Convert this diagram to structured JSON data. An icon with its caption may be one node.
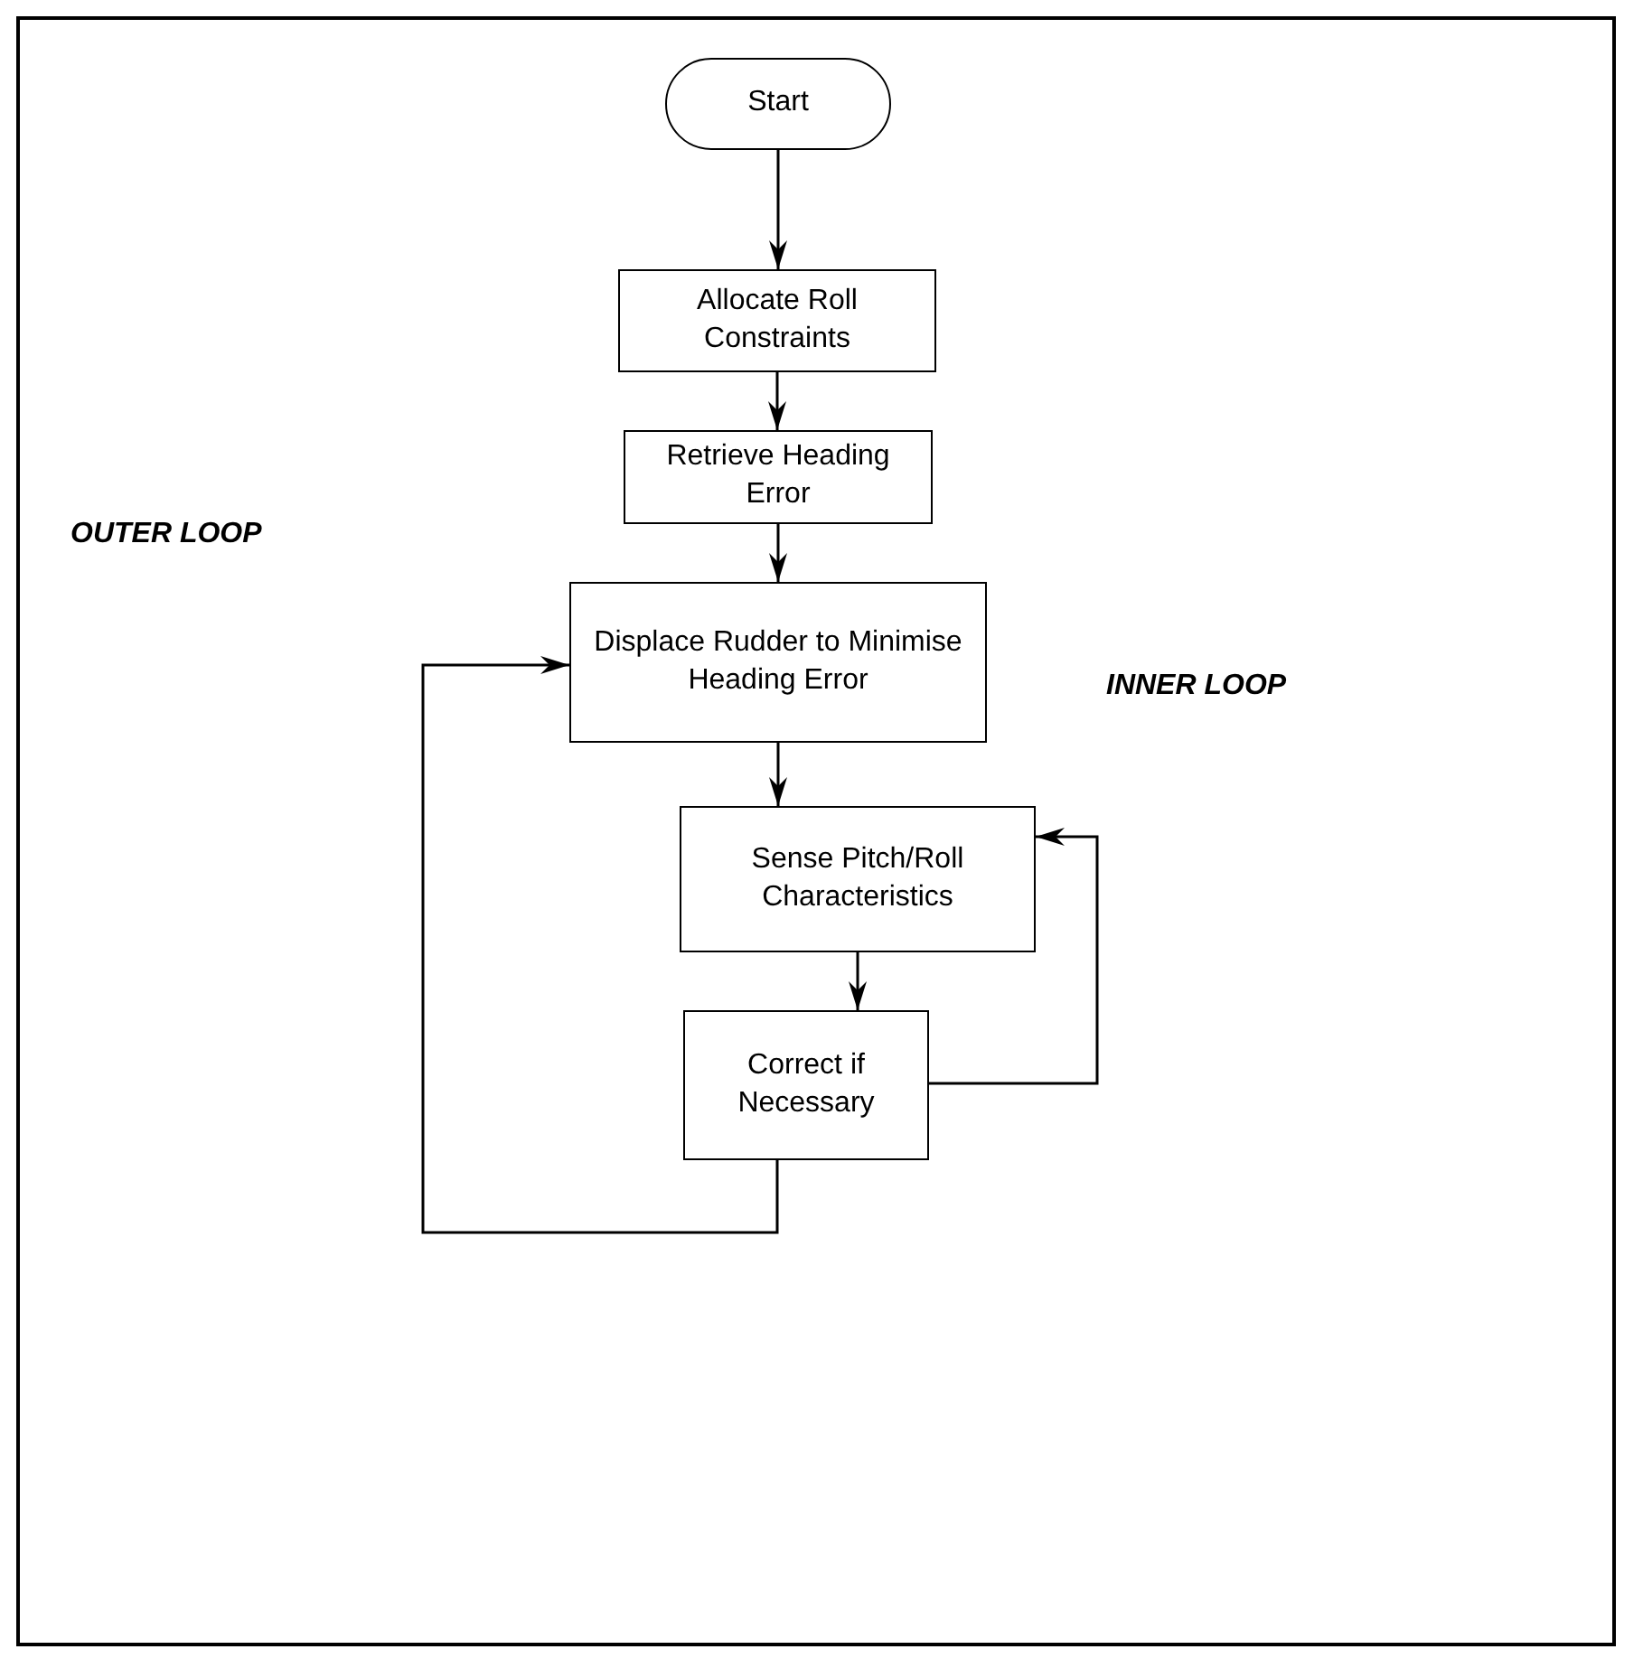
{
  "diagram": {
    "nodes": [
      {
        "text": [
          "Start"
        ]
      },
      {
        "text": [
          "Allocate Roll Constraints"
        ]
      },
      {
        "text": [
          "Retrieve Heading Error"
        ]
      },
      {
        "text": [
          "Displace Rudder to Minimise Heading Error"
        ]
      },
      {
        "text": [
          "Sense Pitch/Roll Characteristics"
        ]
      },
      {
        "text": [
          "Correct if Necessary"
        ]
      }
    ],
    "edges": [
      {
        "from": 0,
        "to": 1,
        "arrow": "to"
      },
      {
        "from": 1,
        "to": 2,
        "arrow": "to"
      },
      {
        "from": 2,
        "to": 3,
        "arrow": "to"
      },
      {
        "from": 3,
        "to": 4,
        "arrow": "to"
      },
      {
        "from": 4,
        "to": 5,
        "arrow": "to"
      },
      {
        "from": 5,
        "to": 4,
        "arrow": "to"
      },
      {
        "from": 5,
        "to": 3,
        "arrow": "to"
      }
    ],
    "labels": [
      "OUTER LOOP",
      "INNER LOOP"
    ]
  }
}
